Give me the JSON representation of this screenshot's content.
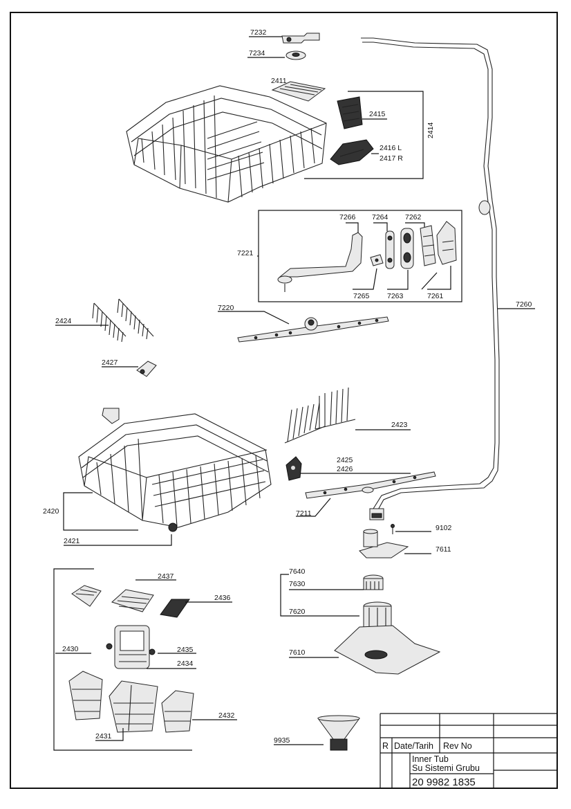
{
  "diagram": {
    "labels": {
      "p7232": "7232",
      "p7234": "7234",
      "p2411": "2411",
      "p2415": "2415",
      "p2414": "2414",
      "p2416": "2416 L",
      "p2417": "2417 R",
      "p7266": "7266",
      "p7264": "7264",
      "p7262": "7262",
      "p7221": "7221",
      "p7265": "7265",
      "p7263": "7263",
      "p7261": "7261",
      "p7220": "7220",
      "p7260": "7260",
      "p2424": "2424",
      "p2427": "2427",
      "p2423": "2423",
      "p2425": "2425",
      "p2426": "2426",
      "p2420": "2420",
      "p7211": "7211",
      "p2421": "2421",
      "p9102": "9102",
      "p7611": "7611",
      "p2437": "2437",
      "p2436": "2436",
      "p7640": "7640",
      "p7630": "7630",
      "p7620": "7620",
      "p2430": "2430",
      "p2435": "2435",
      "p2434": "2434",
      "p7610": "7610",
      "p2432": "2432",
      "p2431": "2431",
      "p9935": "9935"
    }
  },
  "title_block": {
    "col_r": "R",
    "col_date": "Date/Tarih",
    "col_rev": "Rev No",
    "title_line1": "Inner Tub",
    "title_line2": "Su Sistemi Grubu",
    "drawing_number": "20 9982 1835"
  }
}
